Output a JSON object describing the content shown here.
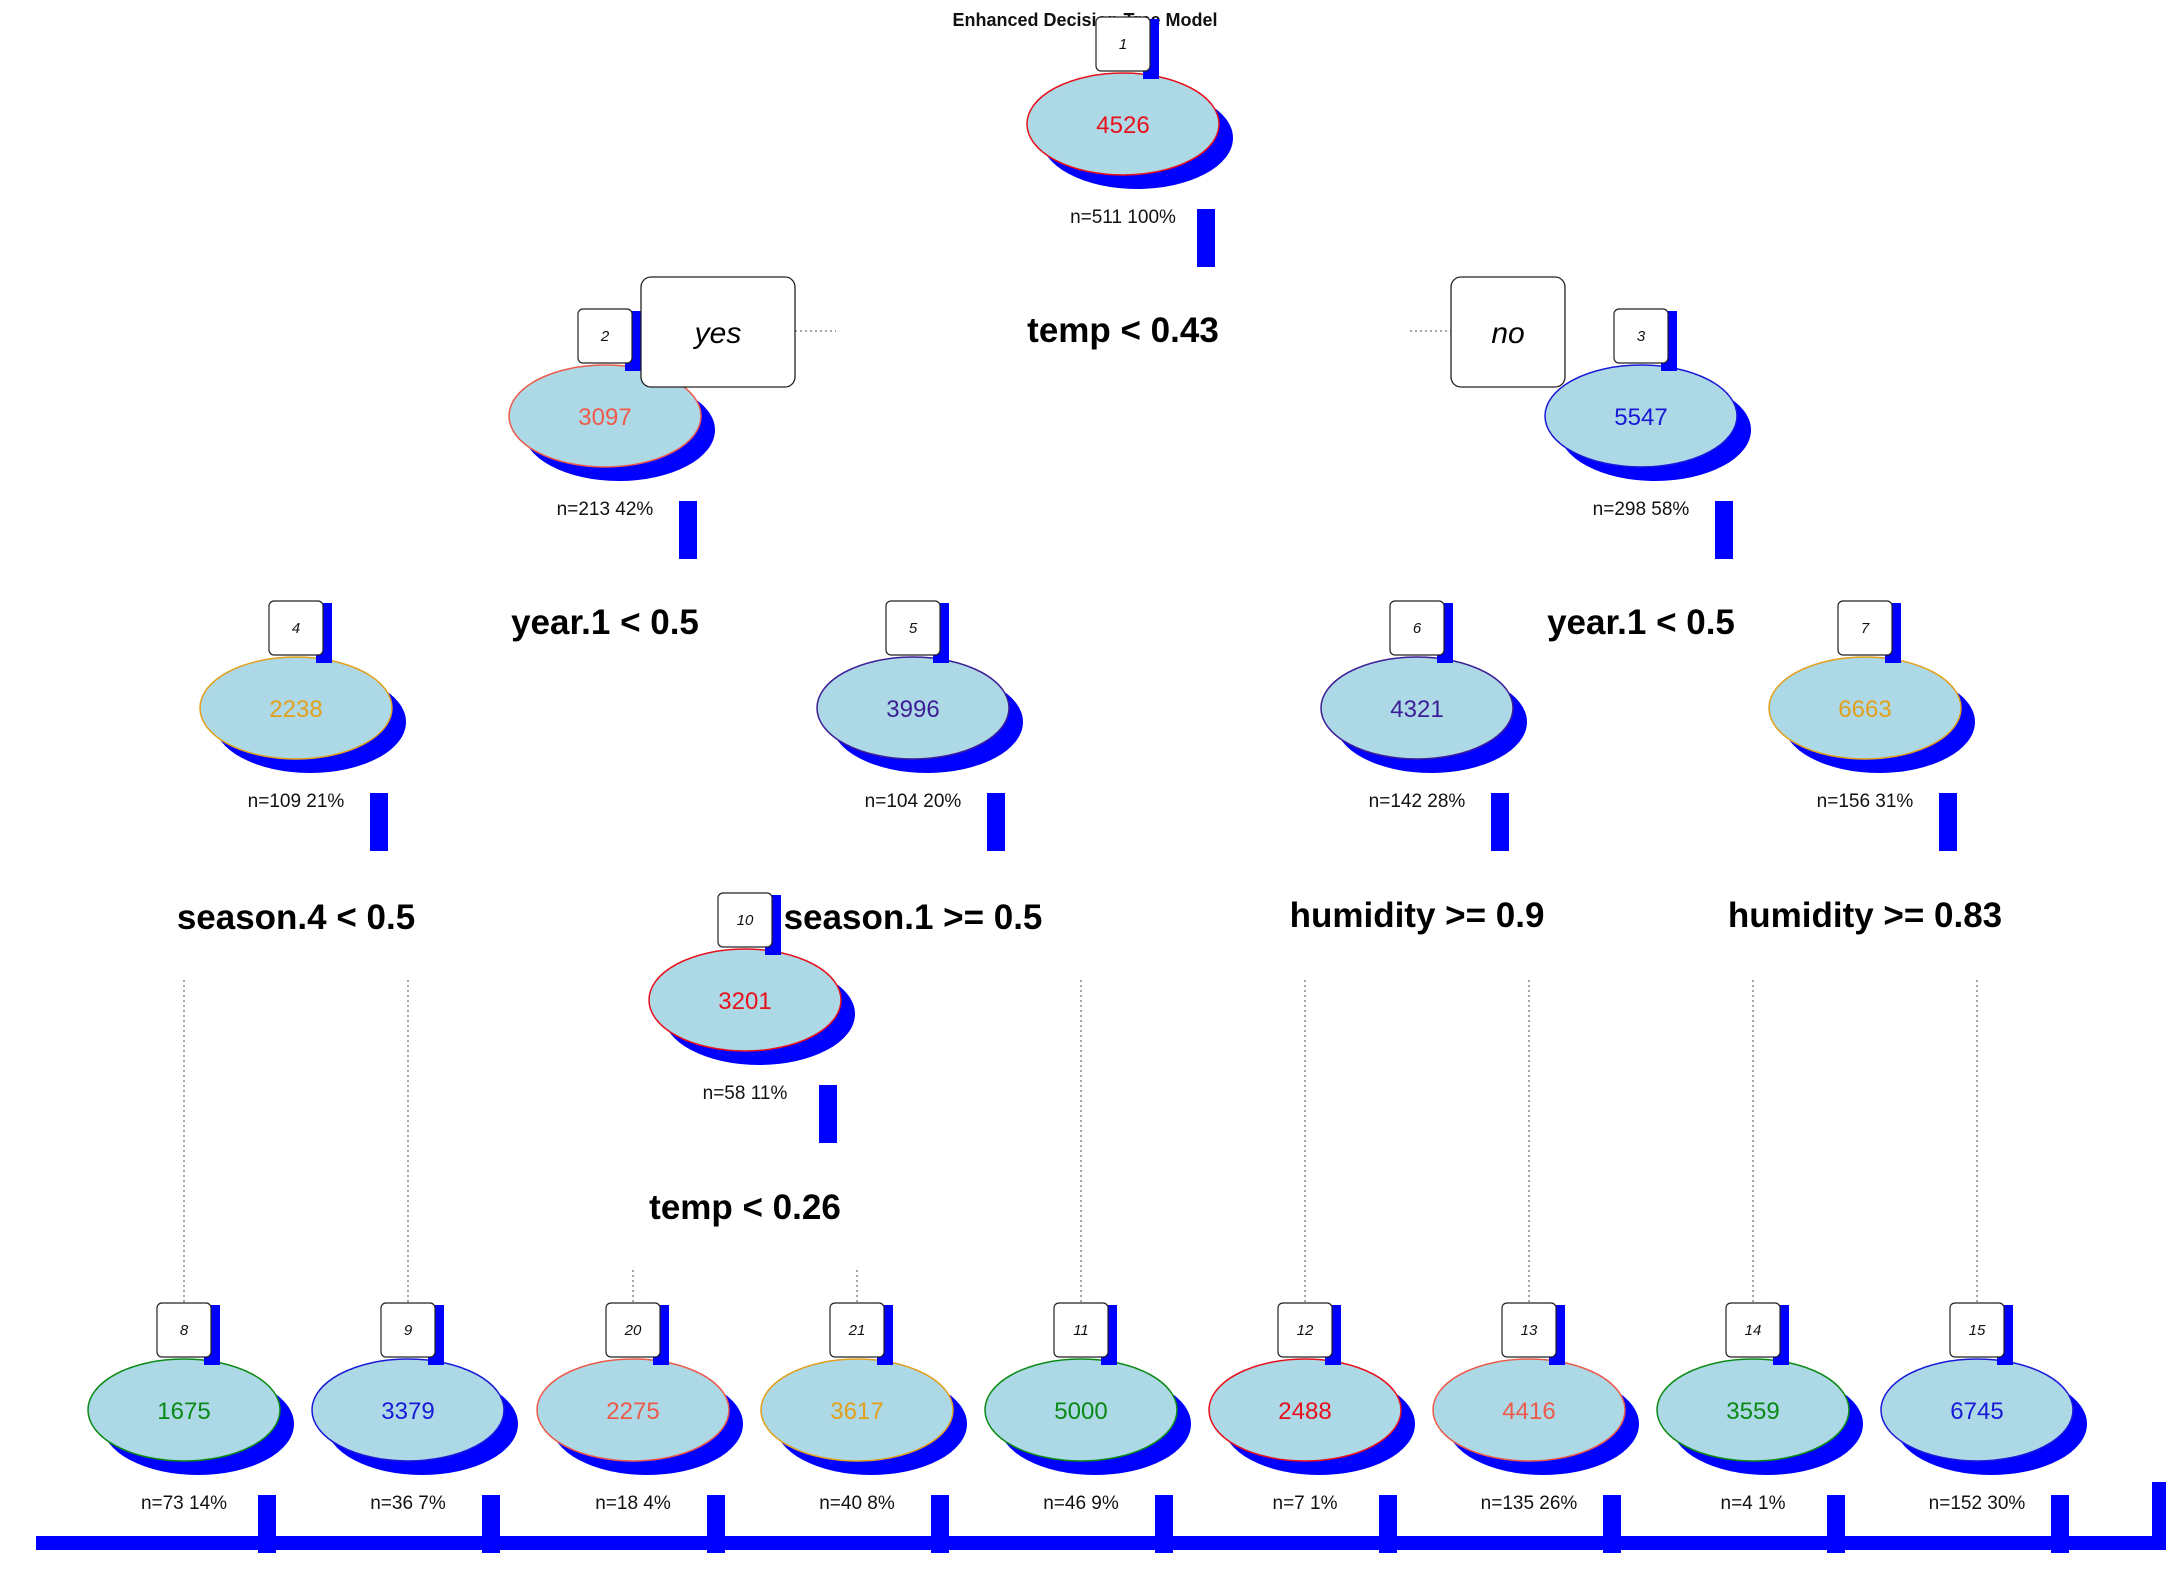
{
  "title": "Enhanced Decision Tree Model",
  "branch_labels": {
    "yes": "yes",
    "no": "no"
  },
  "colors": {
    "node_fill": "#add8e6",
    "shadow": "#0000ff",
    "connector": "#888888"
  },
  "nodes": [
    {
      "id": "1",
      "value": "4526",
      "stats": "n=511  100%",
      "color": "#e8101a"
    },
    {
      "id": "2",
      "value": "3097",
      "stats": "n=213  42%",
      "color": "#ee5a4a"
    },
    {
      "id": "3",
      "value": "5547",
      "stats": "n=298  58%",
      "color": "#1919d8"
    },
    {
      "id": "4",
      "value": "2238",
      "stats": "n=109  21%",
      "color": "#e3a01c"
    },
    {
      "id": "5",
      "value": "3996",
      "stats": "n=104  20%",
      "color": "#3c1e96"
    },
    {
      "id": "6",
      "value": "4321",
      "stats": "n=142  28%",
      "color": "#3c1e96"
    },
    {
      "id": "7",
      "value": "6663",
      "stats": "n=156  31%",
      "color": "#e3a01c"
    },
    {
      "id": "10",
      "value": "3201",
      "stats": "n=58  11%",
      "color": "#e8101a"
    },
    {
      "id": "8",
      "value": "1675",
      "stats": "n=73  14%",
      "color": "#0a8a14"
    },
    {
      "id": "9",
      "value": "3379",
      "stats": "n=36  7%",
      "color": "#1919d8"
    },
    {
      "id": "20",
      "value": "2275",
      "stats": "n=18  4%",
      "color": "#ee5a4a"
    },
    {
      "id": "21",
      "value": "3617",
      "stats": "n=40  8%",
      "color": "#e3a01c"
    },
    {
      "id": "11",
      "value": "5000",
      "stats": "n=46  9%",
      "color": "#0a8a14"
    },
    {
      "id": "12",
      "value": "2488",
      "stats": "n=7  1%",
      "color": "#e8101a"
    },
    {
      "id": "13",
      "value": "4416",
      "stats": "n=135  26%",
      "color": "#ee5a4a"
    },
    {
      "id": "14",
      "value": "3559",
      "stats": "n=4  1%",
      "color": "#0a8a14"
    },
    {
      "id": "15",
      "value": "6745",
      "stats": "n=152  30%",
      "color": "#1919d8"
    }
  ],
  "splits": [
    {
      "node": "1",
      "text": "temp < 0.43"
    },
    {
      "node": "2",
      "text": "year.1 < 0.5"
    },
    {
      "node": "3",
      "text": "year.1 < 0.5"
    },
    {
      "node": "4",
      "text": "season.4 < 0.5"
    },
    {
      "node": "5",
      "text": "season.1 >= 0.5"
    },
    {
      "node": "6",
      "text": "humidity >= 0.9"
    },
    {
      "node": "7",
      "text": "humidity >= 0.83"
    },
    {
      "node": "10",
      "text": "temp < 0.26"
    }
  ]
}
